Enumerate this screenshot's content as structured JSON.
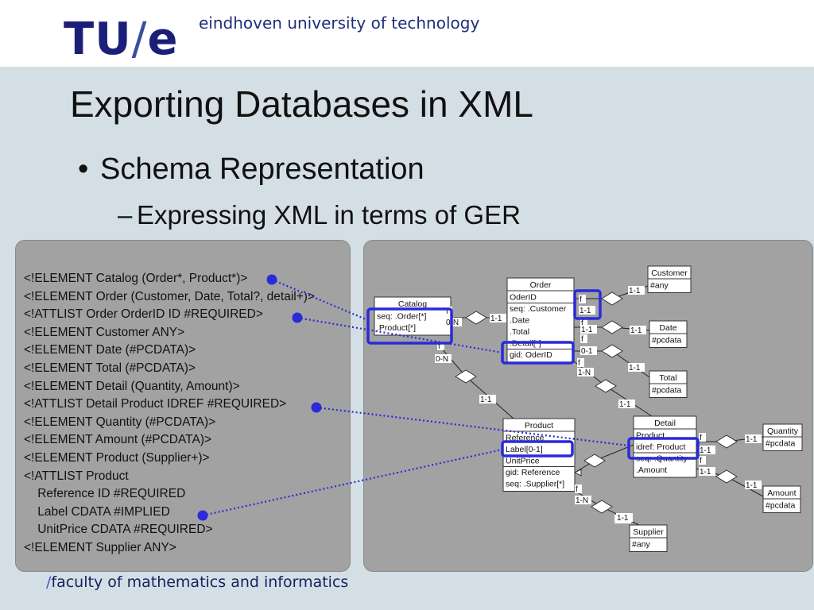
{
  "header": {
    "logo_tu": "TU",
    "logo_slash": "/",
    "logo_e": "e",
    "university": "eindhoven university of technology"
  },
  "title": "Exporting Databases in XML",
  "bullet1": {
    "marker": "•",
    "text": "Schema Representation"
  },
  "bullet2": {
    "marker": "–",
    "text": "Expressing XML in terms of GER"
  },
  "dtd_lines": [
    "<!ELEMENT Catalog (Order*, Product*)>",
    "<!ELEMENT Order (Customer, Date, Total?, detail+)>",
    "<!ATTLIST Order OrderID ID #REQUIRED>",
    "<!ELEMENT Customer ANY>",
    "<!ELEMENT Date (#PCDATA)>",
    "<!ELEMENT Total (#PCDATA)>",
    "<!ELEMENT Detail (Quantity, Amount)>",
    "<!ATTLIST Detail Product IDREF #REQUIRED>",
    "<!ELEMENT Quantity (#PCDATA)>",
    "<!ELEMENT Amount (#PCDATA)>",
    "<!ELEMENT Product (Supplier+)>",
    "<!ATTLIST Product",
    "    Reference ID #REQUIRED",
    "    Label CDATA #IMPLIED",
    "    UnitPrice CDATA #REQUIRED>",
    "<!ELEMENT Supplier ANY>"
  ],
  "diagram": {
    "highlight_color": "#2a2ad8",
    "entities": {
      "catalog": {
        "name": "Catalog",
        "rows": [
          "seq: .Order[*]",
          "      .Product[*]"
        ]
      },
      "order": {
        "name": "Order",
        "rows": [
          "OderID",
          "seq: .Customer",
          "       .Date",
          "       .Total",
          "       .Detail[*]",
          "gid: OderID"
        ]
      },
      "customer": {
        "name": "Customer",
        "rows": [
          "#any"
        ]
      },
      "date": {
        "name": "Date",
        "rows": [
          "#pcdata"
        ]
      },
      "total": {
        "name": "Total",
        "rows": [
          "#pcdata"
        ]
      },
      "product": {
        "name": "Product",
        "rows": [
          "Reference",
          "Label[0-1]",
          "UnitPrice",
          "gid: Reference",
          "seq: .Supplier[*]"
        ]
      },
      "detail": {
        "name": "Detail",
        "rows": [
          "Product",
          "idref: Product",
          "seq: .Quantity",
          "        .Amount"
        ]
      },
      "quantity": {
        "name": "Quantity",
        "rows": [
          "#pcdata"
        ]
      },
      "amount": {
        "name": "Amount",
        "rows": [
          "#pcdata"
        ]
      },
      "supplier": {
        "name": "Supplier",
        "rows": [
          "#any"
        ]
      }
    },
    "cardinality_labels": [
      "f",
      "0-N",
      "1-1",
      "f",
      "0-N",
      "1-1",
      "f",
      "1-1",
      "1-1",
      "f",
      "1-1",
      "1-1",
      "f",
      "0-1",
      "1-1",
      "f",
      "1-N",
      "1-1",
      "1-1",
      "f",
      "1-1",
      "1-1",
      "f",
      "1-1",
      "1-1",
      "f",
      "1-N",
      "1-1"
    ]
  },
  "footer": {
    "slash": "/",
    "text": "faculty of mathematics and informatics"
  }
}
